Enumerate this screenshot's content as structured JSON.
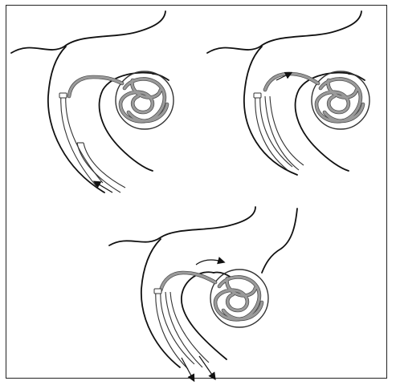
{
  "figure": {
    "panels": [
      {
        "name": "panel-top-left",
        "step": 1
      },
      {
        "name": "panel-top-right",
        "step": 2
      },
      {
        "name": "panel-bottom",
        "step": 3
      }
    ],
    "colors": {
      "outline": "#111111",
      "coil": "#9a9a9a",
      "background": "#ffffff"
    }
  }
}
